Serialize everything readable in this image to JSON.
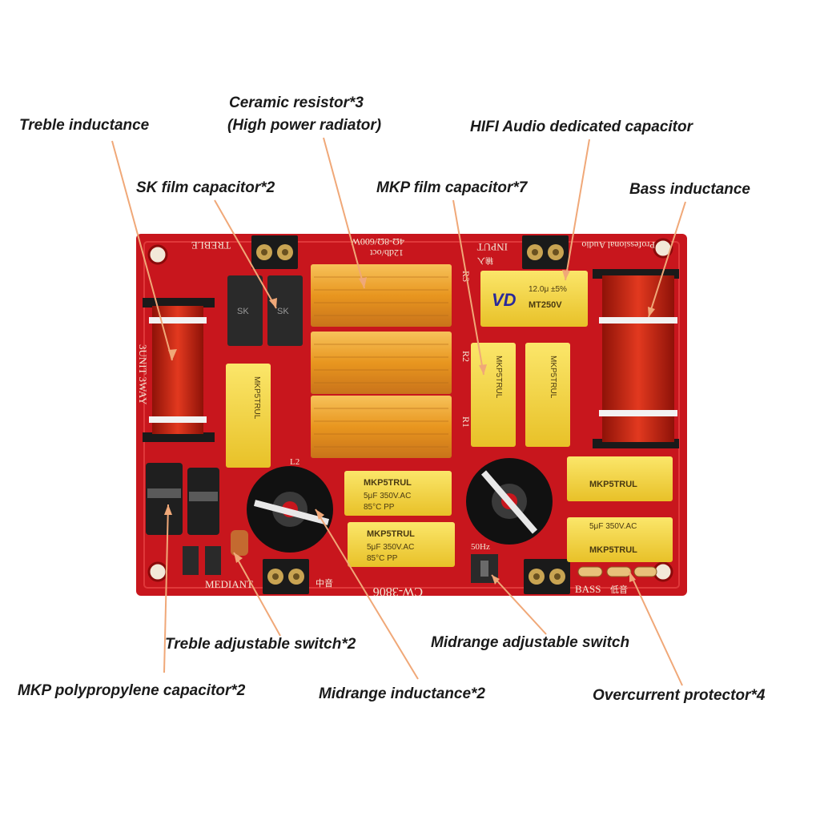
{
  "labels": {
    "treble_inductance": "Treble inductance",
    "ceramic_resistor_line1": "Ceramic resistor*3",
    "ceramic_resistor_line2": "(High power radiator)",
    "hifi_capacitor": "HIFI Audio dedicated capacitor",
    "sk_film_capacitor": "SK film capacitor*2",
    "mkp_film_capacitor": "MKP film capacitor*7",
    "bass_inductance": "Bass inductance",
    "treble_switch": "Treble adjustable switch*2",
    "midrange_switch": "Midrange adjustable switch",
    "mkp_polypropylene": "MKP polypropylene capacitor*2",
    "midrange_inductance": "Midrange inductance*2",
    "overcurrent_protector": "Overcurrent protector*4"
  },
  "board": {
    "treble_label": "TREBLE",
    "input_label": "INPUT",
    "spec_label": "4Ω-8Ω/600W",
    "slope_label": "12db/oct",
    "professional_label": "Professional Audio",
    "board_label": "3UNIT 3WAY",
    "model_label": "CW-3806",
    "mediant_label": "MEDIANT",
    "bass_label": "BASS",
    "bass_cn": "低音",
    "mid_cn": "中音",
    "input_cn": "输入",
    "hz_label": "50Hz",
    "r1": "R1",
    "r2": "R2",
    "r3": "R3",
    "l2": "L2",
    "sk_mark": "SK",
    "cap_brand": "MKP5TRUL",
    "cap_spec": "5μF 350V.AC",
    "cap_temp": "85°C PP",
    "hifi_cap_value": "12.0μ ±5%",
    "hifi_cap_rating": "MT250V",
    "hifi_cap_logo": "VD"
  },
  "colors": {
    "pcb": "#c8161d",
    "resistor": "#e89a26",
    "capacitor": "#f4d33c",
    "coil": "#d8301e",
    "arrow": "#f0a878"
  }
}
